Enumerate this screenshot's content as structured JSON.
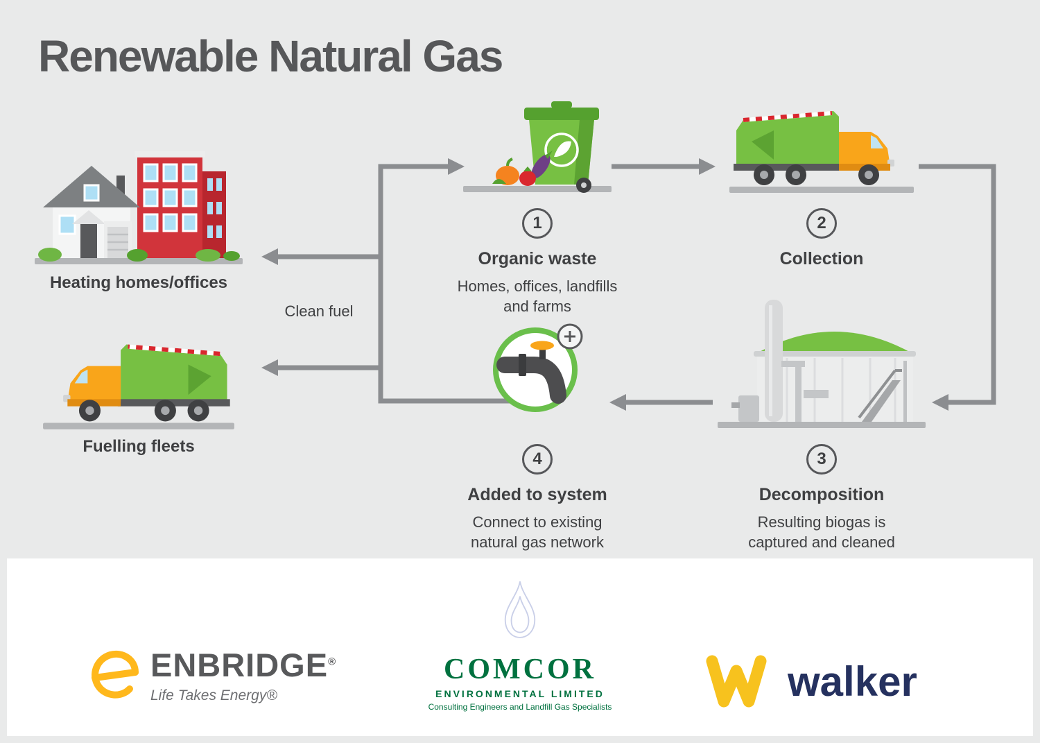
{
  "title": "Renewable Natural Gas",
  "flow": {
    "steps": [
      {
        "number": "1",
        "title": "Organic waste",
        "description": "Homes, offices, landfills\nand farms",
        "icon": "compost-bin-icon"
      },
      {
        "number": "2",
        "title": "Collection",
        "description": "",
        "icon": "garbage-truck-icon"
      },
      {
        "number": "3",
        "title": "Decomposition",
        "description": "Resulting biogas is\ncaptured and cleaned",
        "icon": "biogas-plant-icon"
      },
      {
        "number": "4",
        "title": "Added to system",
        "description": "Connect to existing\nnatural gas network",
        "icon": "pipeline-valve-icon"
      }
    ],
    "clean_fuel_label": "Clean fuel",
    "outputs": [
      {
        "label": "Heating homes/offices",
        "icon": "homes-offices-icon"
      },
      {
        "label": "Fuelling fleets",
        "icon": "fleet-truck-icon"
      }
    ]
  },
  "footer": {
    "enbridge": {
      "name": "ENBRIDGE",
      "registered": "®",
      "tagline": "Life Takes Energy®",
      "icon": "enbridge-logo-icon"
    },
    "comcor": {
      "name": "COMCOR",
      "subtitle": "ENVIRONMENTAL LIMITED",
      "tagline": "Consulting Engineers and Landfill Gas Specialists",
      "icon": "comcor-flame-icon"
    },
    "walker": {
      "name": "walker",
      "icon": "walker-logo-icon"
    }
  },
  "colors": {
    "background": "#e9eaea",
    "accent_green": "#77c043",
    "dark_green": "#55a12f",
    "arrow_gray": "#8b8d90",
    "text_dark": "#3f4042",
    "truck_yellow": "#f9a51a",
    "building_red": "#d1343b",
    "enbridge_yellow": "#ffb81c",
    "comcor_green": "#00713f",
    "walker_navy": "#25315f"
  }
}
